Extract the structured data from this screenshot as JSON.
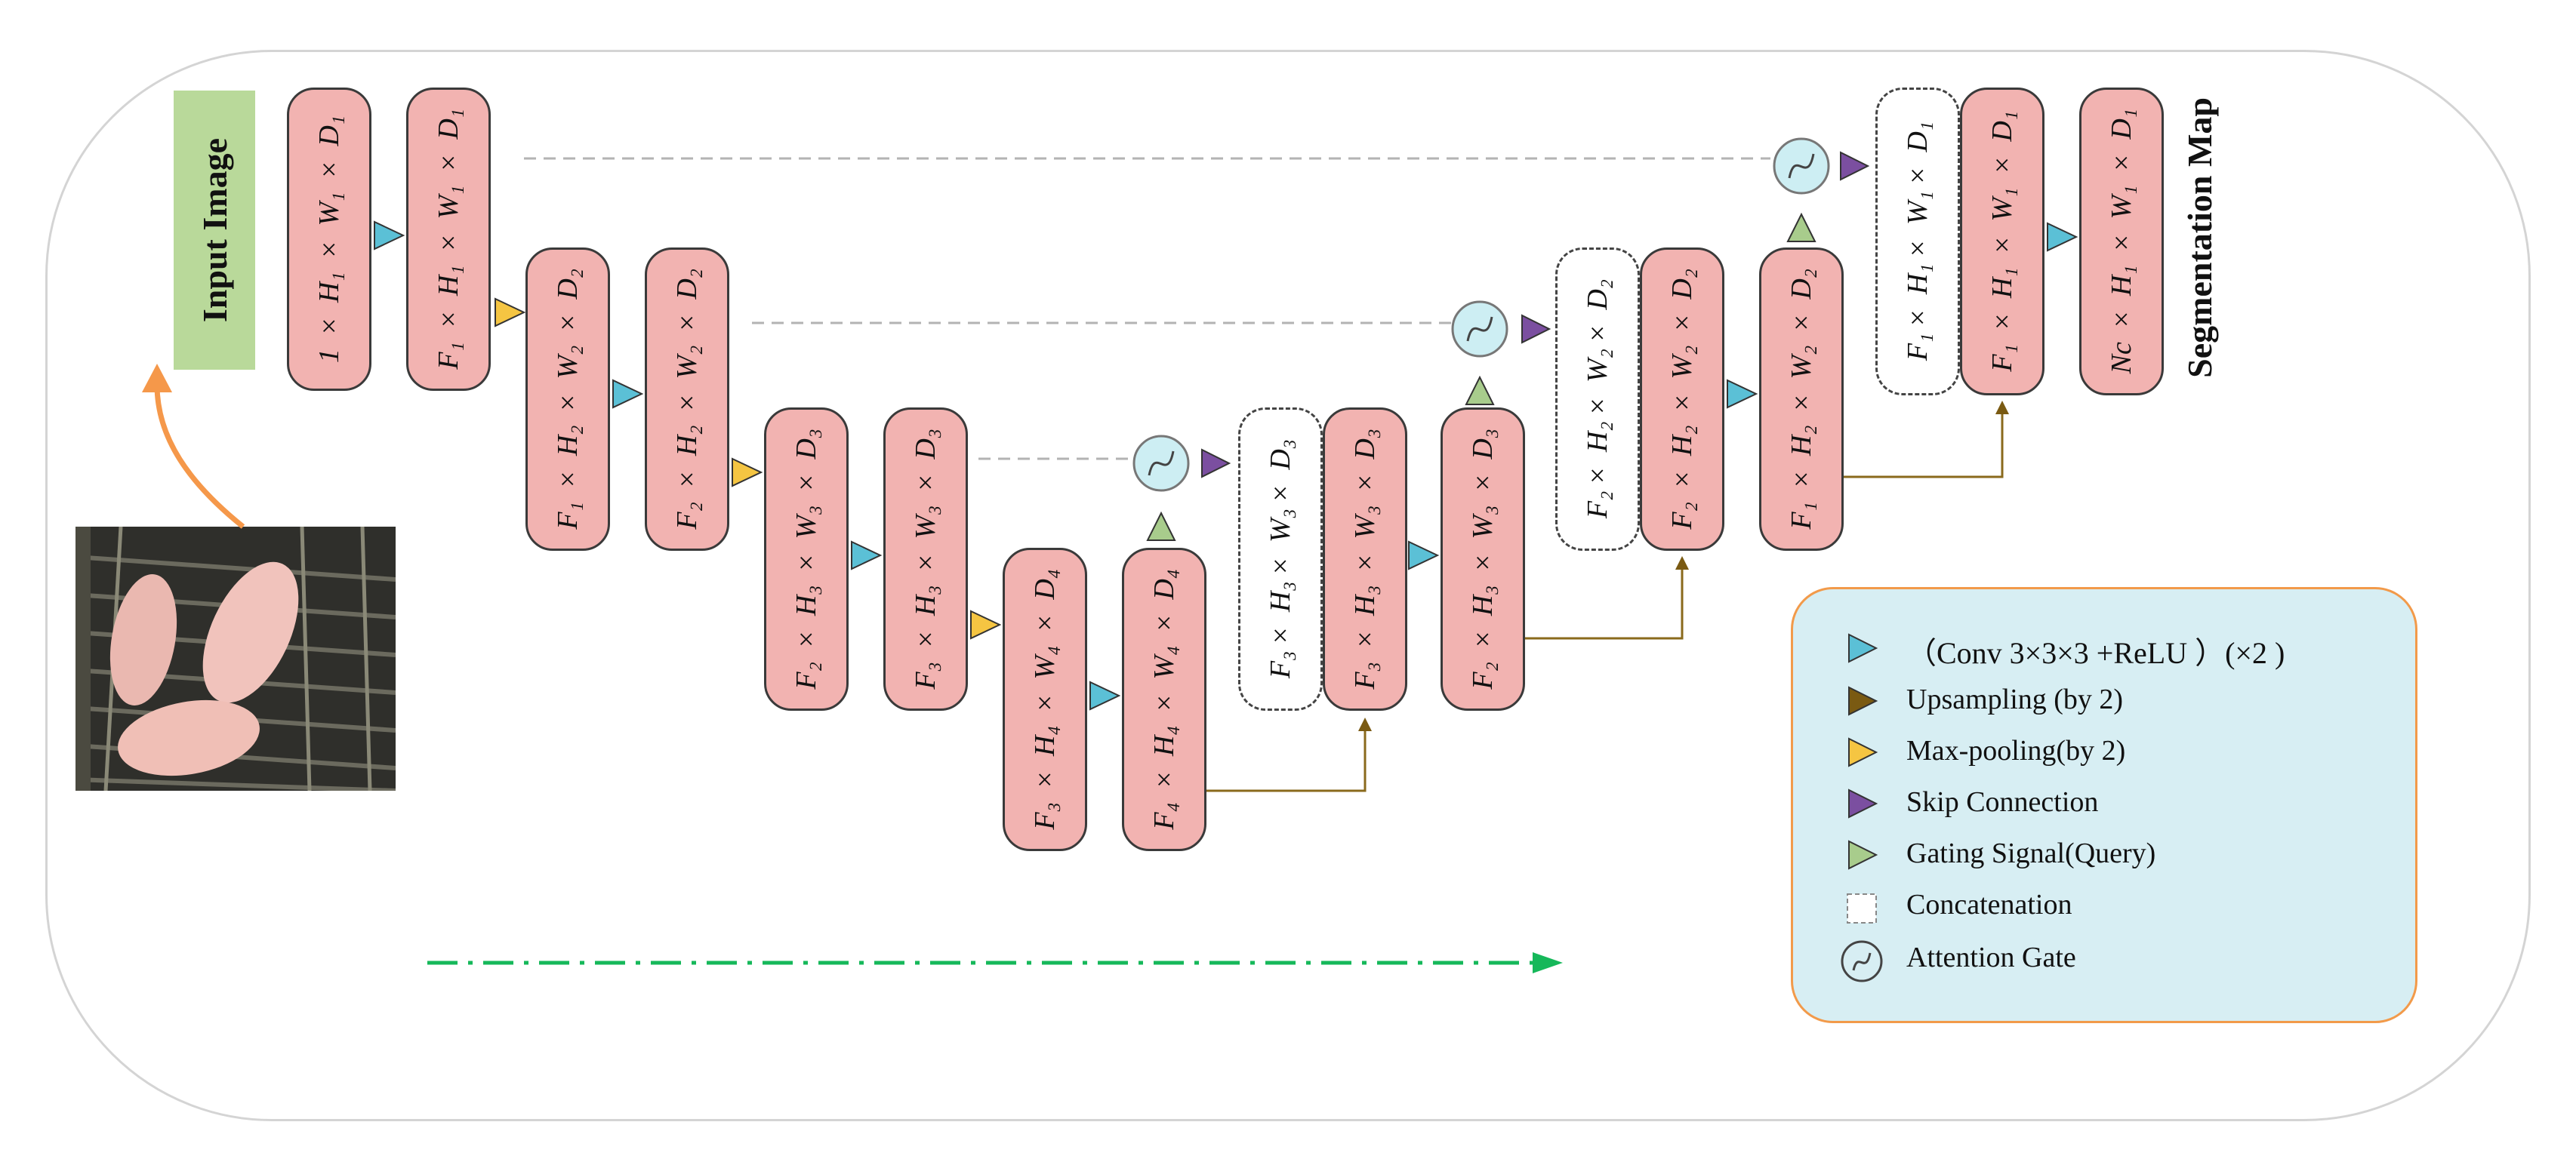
{
  "input_label": "Input Image",
  "output_label": "Segmentation Map",
  "blocks": [
    {
      "id": "b1",
      "label": "1 × H₁ × W₁ × D₁"
    },
    {
      "id": "b2",
      "label": "F₁ × H₁ × W₁ × D₁"
    },
    {
      "id": "b3",
      "label": "F₁ × H₂ × W₂ × D₂"
    },
    {
      "id": "b4",
      "label": "F₂ × H₂ × W₂ × D₂"
    },
    {
      "id": "b5",
      "label": "F₂ × H₃ × W₃ × D₃"
    },
    {
      "id": "b6",
      "label": "F₃ × H₃ × W₃ × D₃"
    },
    {
      "id": "b7",
      "label": "F₃ × H₄ × W₄ × D₄"
    },
    {
      "id": "b8",
      "label": "F₄ × H₄ × W₄ × D₄"
    },
    {
      "id": "c3",
      "label": "F₃× H₃× W₃× D₃"
    },
    {
      "id": "b9",
      "label": "F₃ × H₃ × W₃ × D₃"
    },
    {
      "id": "b10",
      "label": "F₂ × H₃ × W₃ × D₃"
    },
    {
      "id": "c2",
      "label": "F₂× H₂× W₂× D₂"
    },
    {
      "id": "b11",
      "label": "F₂ × H₂ × W₂ × D₂"
    },
    {
      "id": "b12",
      "label": "F₁ × H₂ × W₂ × D₂"
    },
    {
      "id": "c1",
      "label": "F₁× H₁× W₁× D₁"
    },
    {
      "id": "b13",
      "label": "F₁ × H₁ × W₁ × D₁"
    },
    {
      "id": "b14",
      "label": "Nc × H₁ × W₁ × D₁"
    }
  ],
  "legend": {
    "conv_label": "（Conv 3×3×3 +ReLU ）(×2 )",
    "upsampling": "Upsampling (by 2)",
    "maxpooling": "Max-pooling(by 2)",
    "skip": "Skip Connection",
    "gating": "Gating Signal(Query)",
    "concat": "Concatenation",
    "attention": "Attention Gate"
  },
  "colors": {
    "block_fill": "#f2b3b1",
    "conv_arrow": "#5bc0d6",
    "upsampling": "#7a5a12",
    "maxpool": "#f5c542",
    "skip": "#7b4fa0",
    "gating": "#a8cc8c",
    "attention_gate": "#cdeef3",
    "legend_bg": "#d7eef3",
    "legend_border": "#f29a4a",
    "flow_arrow": "#16b85a",
    "photo_arrow": "#f5984a"
  }
}
